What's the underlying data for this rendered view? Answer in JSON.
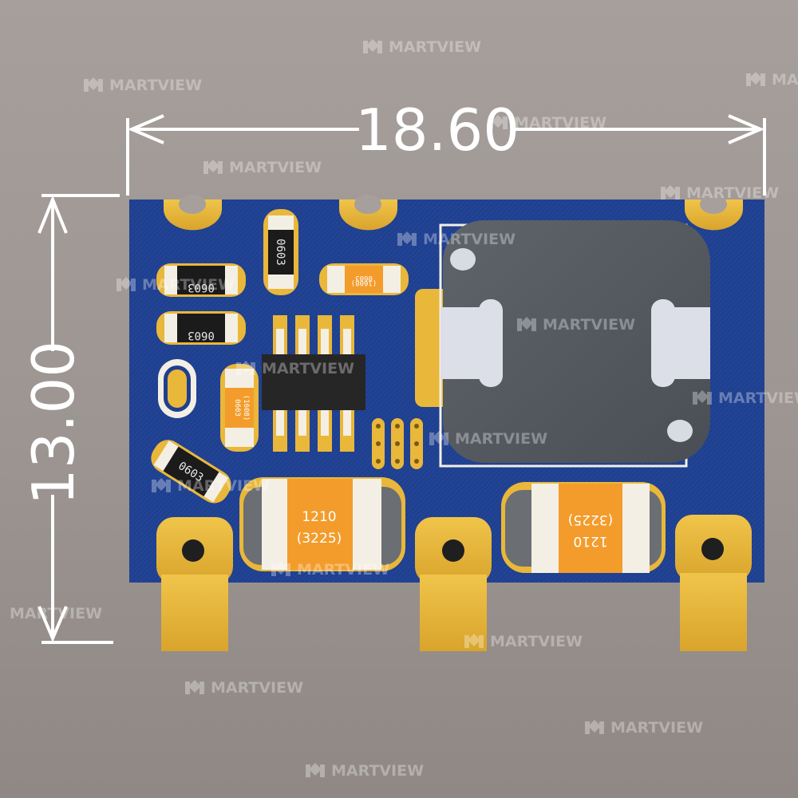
{
  "dimensions": {
    "width_label": "18.60",
    "height_label": "13.00"
  },
  "components": {
    "r_top": "0603",
    "r_left_1": "0603",
    "r_left_2": "0603",
    "r_angled": "0603",
    "c_small_top_1": "0603",
    "c_small_top_2": "(1608)",
    "c_small_vert_1": "0603",
    "c_small_vert_2": "(1608)",
    "cap_left_1": "1210",
    "cap_left_2": "(3225)",
    "cap_right_1": "1210",
    "cap_right_2": "(3225)"
  },
  "watermark": {
    "text": "MARTVIEW"
  },
  "colors": {
    "background": "#a09995",
    "pcb": "#1f3f8f",
    "pad_gold": "#e9b73a",
    "dimension_lines": "#ffffff",
    "cap_orange": "#f39c2c",
    "inductor": "#555a60"
  }
}
